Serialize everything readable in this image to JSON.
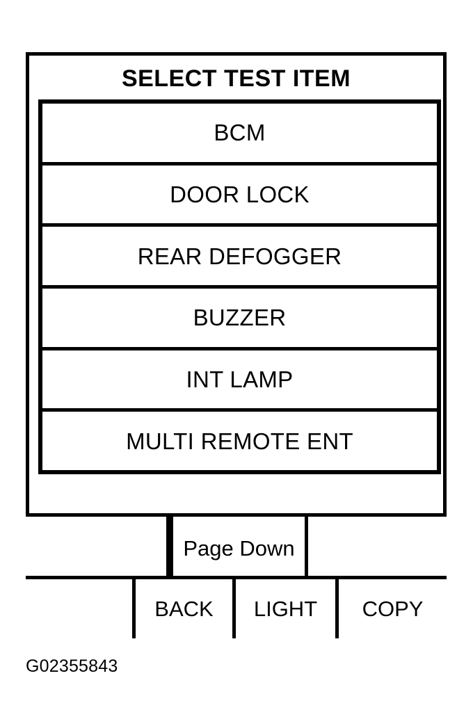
{
  "screen": {
    "title": "SELECT TEST ITEM",
    "menu_items": [
      {
        "label": "BCM"
      },
      {
        "label": "DOOR LOCK"
      },
      {
        "label": "REAR DEFOGGER"
      },
      {
        "label": "BUZZER"
      },
      {
        "label": "INT LAMP"
      },
      {
        "label": "MULTI REMOTE ENT"
      }
    ],
    "softkeys": {
      "top_row": [
        {
          "label": ""
        },
        {
          "label": "Page Down"
        },
        {
          "label": ""
        }
      ],
      "bottom_row": [
        {
          "label": ""
        },
        {
          "label": "BACK"
        },
        {
          "label": "LIGHT"
        },
        {
          "label": "COPY"
        }
      ]
    }
  },
  "caption": {
    "figure_id": "G02355843"
  },
  "colors": {
    "ink": "#000000",
    "paper": "#ffffff"
  }
}
